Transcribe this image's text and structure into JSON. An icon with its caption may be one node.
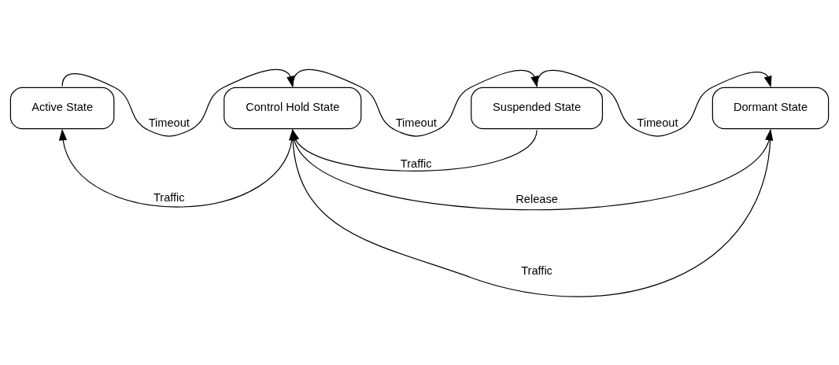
{
  "diagram": {
    "nodes": [
      {
        "text": [
          "Active State"
        ]
      },
      {
        "text": [
          "Control Hold State"
        ]
      },
      {
        "text": [
          "Suspended State"
        ]
      },
      {
        "text": [
          "Dormant State"
        ]
      }
    ],
    "edges": [
      {
        "from": 0,
        "to": 1,
        "arrow": "to",
        "label": "Timeout"
      },
      {
        "from": 1,
        "to": 2,
        "arrow": "to",
        "label": "Timeout"
      },
      {
        "from": 2,
        "to": 3,
        "arrow": "to",
        "label": "Timeout"
      },
      {
        "from": 1,
        "to": 0,
        "arrow": "to",
        "label": "Traffic"
      },
      {
        "from": 2,
        "to": 1,
        "arrow": "to",
        "label": "Traffic"
      },
      {
        "from": 3,
        "to": 1,
        "arrow": "to",
        "label": "Traffic"
      },
      {
        "from": 1,
        "to": 3,
        "arrow": "to",
        "label": "Release"
      }
    ]
  }
}
